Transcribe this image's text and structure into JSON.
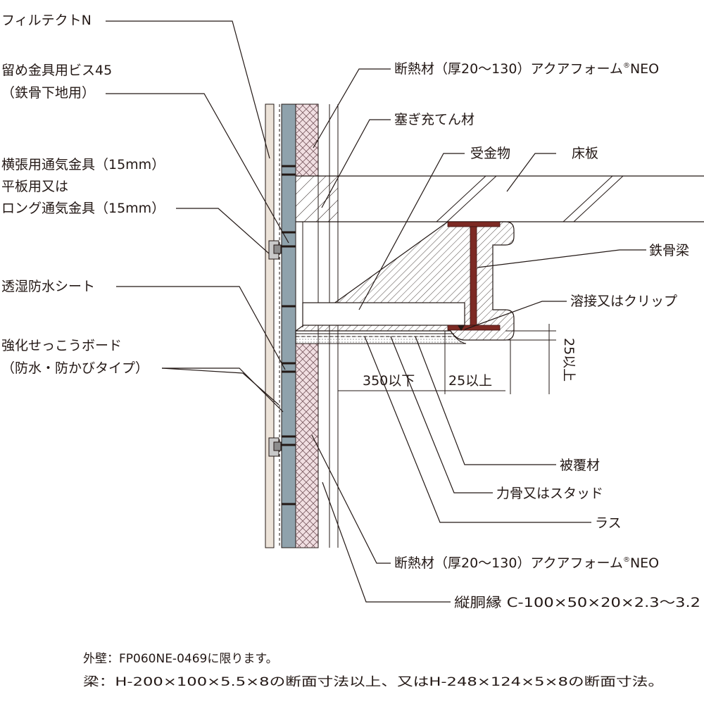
{
  "labels": {
    "filtect": "フィルテクトN",
    "screw_1": "留め金具用ビス45",
    "screw_2": "（鉄骨下地用）",
    "vent_1": "横張用通気金具（15mm）",
    "vent_2": "平板用又は",
    "vent_3": "ロング通気金具（15mm）",
    "sheet": "透湿防水シート",
    "board_1": "強化せっこうボード",
    "board_2": "（防水・防かびタイプ）",
    "insul_top_main": "断熱材（厚20～130）アクアフォーム",
    "insul_top_reg": "®",
    "insul_top_end": "NEO",
    "filler": "塞ぎ充てん材",
    "receiver": "受金物",
    "floor": "床板",
    "beam": "鉄骨梁",
    "weld": "溶接又はクリップ",
    "cover": "被覆材",
    "stud": "力骨又はスタッド",
    "lath": "ラス",
    "insul_bot_main": "断熱材（厚20～130）アクアフォーム",
    "insul_bot_reg": "®",
    "insul_bot_end": "NEO",
    "furring": "縦胴縁 C-100×50×20×2.3～3.2"
  },
  "dimensions": {
    "d350": "350以下",
    "d25a": "25以上",
    "d25b": "25以上"
  },
  "notes": {
    "note1": "外壁：FP060NE-0469に限ります。",
    "note2": "梁：H-200×100×5.5×8の断面寸法以上、又はH-248×124×5×8の断面寸法。"
  },
  "colors": {
    "siding": "#ece3d9",
    "board": "#8fa2ac",
    "insulation": "#f1dfe2",
    "steel": "#7d2a24",
    "cover": "#ffffff",
    "line": "#231815"
  }
}
